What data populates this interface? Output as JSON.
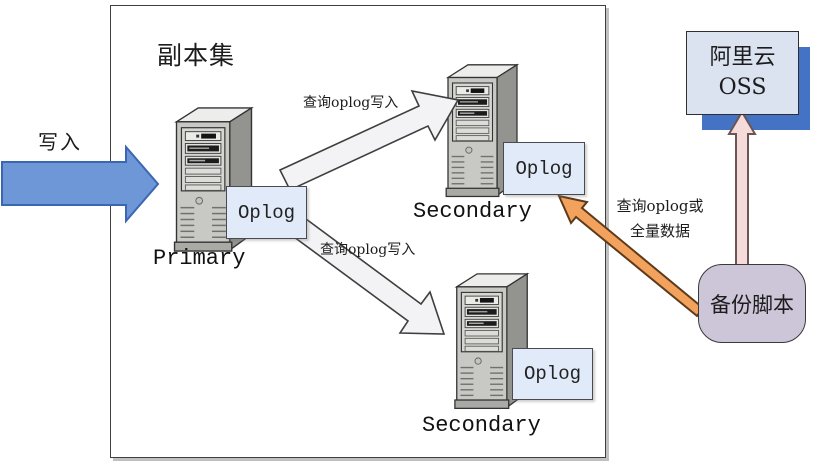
{
  "diagram": {
    "title": "副本集",
    "write_label": "写入",
    "primary_label": "Primary",
    "secondary_top_label": "Secondary",
    "secondary_bottom_label": "Secondary",
    "oplog_primary_label": "Oplog",
    "oplog_secondary_top_label": "Oplog",
    "oplog_secondary_bottom_label": "Oplog",
    "sync_top_label": "查询oplog写入",
    "sync_bottom_label": "查询oplog写入",
    "backup_query_line1": "查询oplog或",
    "backup_query_line2": "全量数据",
    "oss_line1": "阿里云",
    "oss_line2": "OSS",
    "backup_script_label": "备份脚本"
  },
  "colors": {
    "write_arrow_fill": "#6e97d8",
    "write_arrow_stroke": "#3a66b2",
    "replication_arrow_fill": "#f3f3f6",
    "replication_arrow_stroke": "#3f3f3f",
    "orange_arrow_fill": "#f2a25d",
    "orange_arrow_stroke": "#5c3a1a",
    "pink_arrow_fill": "#f5dcda",
    "pink_arrow_stroke": "#6b5555",
    "oplog_fill": "#e1eaf8",
    "oss_fill": "#dbe3f1",
    "oss_shadow": "#4472c4",
    "backup_script_fill": "#cdc5d8"
  }
}
